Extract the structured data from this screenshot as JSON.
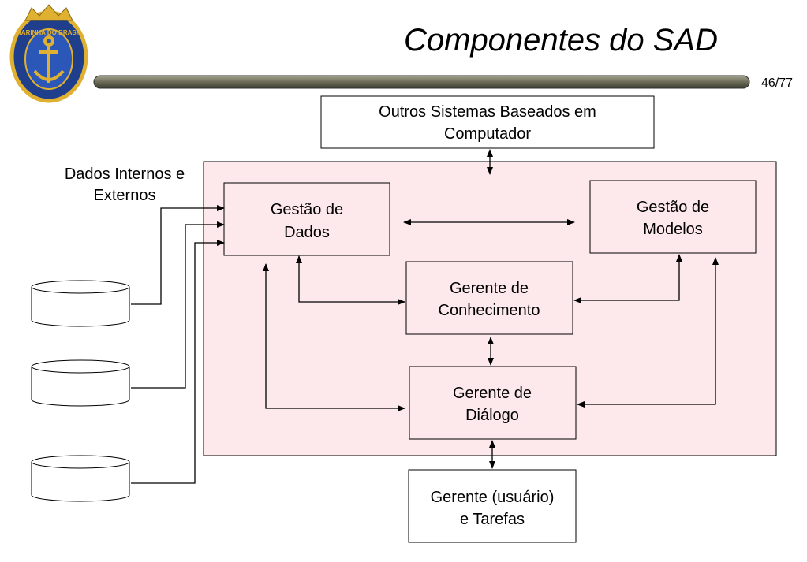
{
  "slide": {
    "title": "Componentes do SAD",
    "page_number": "46/77"
  },
  "logo": {
    "text": "MARINHA DO BRASIL"
  },
  "diagram": {
    "outros_sistemas": [
      "Outros Sistemas Baseados em",
      "Computador"
    ],
    "dados_internos": [
      "Dados Internos e",
      "Externos"
    ],
    "gestao_dados": [
      "Gestão de",
      "Dados"
    ],
    "gestao_modelos": [
      "Gestão de",
      "Modelos"
    ],
    "gerente_conhecimento": [
      "Gerente de",
      "Conhecimento"
    ],
    "gerente_dialogo": [
      "Gerente de",
      "Diálogo"
    ],
    "gerente_usuario": [
      "Gerente (usuário)",
      "e Tarefas"
    ]
  },
  "colors": {
    "system_fill": "#fde8ec",
    "box_border": "#000000",
    "header_bar": "#6b6b58",
    "logo_blue": "#1f3e8c",
    "logo_gold": "#e0b030"
  }
}
